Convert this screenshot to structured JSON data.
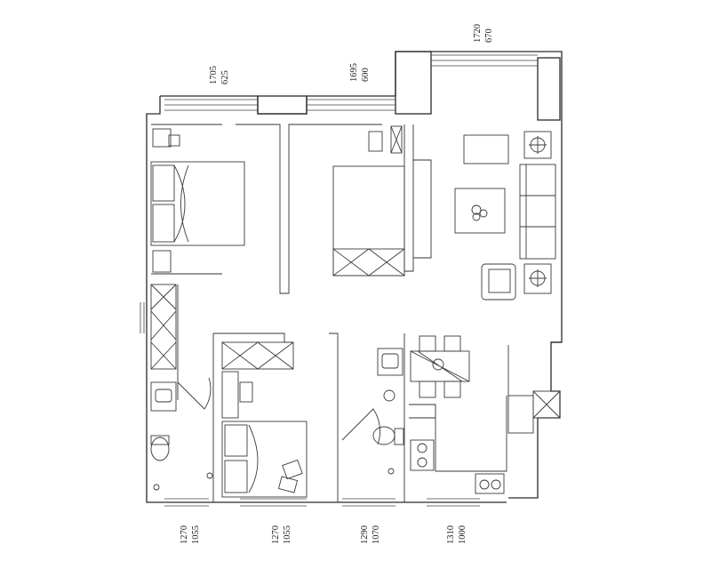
{
  "dimensions": {
    "top": [
      {
        "id": "master-bedroom-window",
        "width": "1705",
        "height": "625"
      },
      {
        "id": "second-bedroom-window",
        "width": "1695",
        "height": "600"
      },
      {
        "id": "living-room-window",
        "width": "1720",
        "height": "670"
      }
    ],
    "bottom": [
      {
        "id": "bathroom-window",
        "width": "1270",
        "height": "1055"
      },
      {
        "id": "third-bedroom-window",
        "width": "1270",
        "height": "1055"
      },
      {
        "id": "second-bath-window",
        "width": "1290",
        "height": "1070"
      },
      {
        "id": "kitchen-window",
        "width": "1310",
        "height": "1000"
      }
    ]
  },
  "colors": {
    "line": "#2a2a2a",
    "background": "#ffffff"
  }
}
